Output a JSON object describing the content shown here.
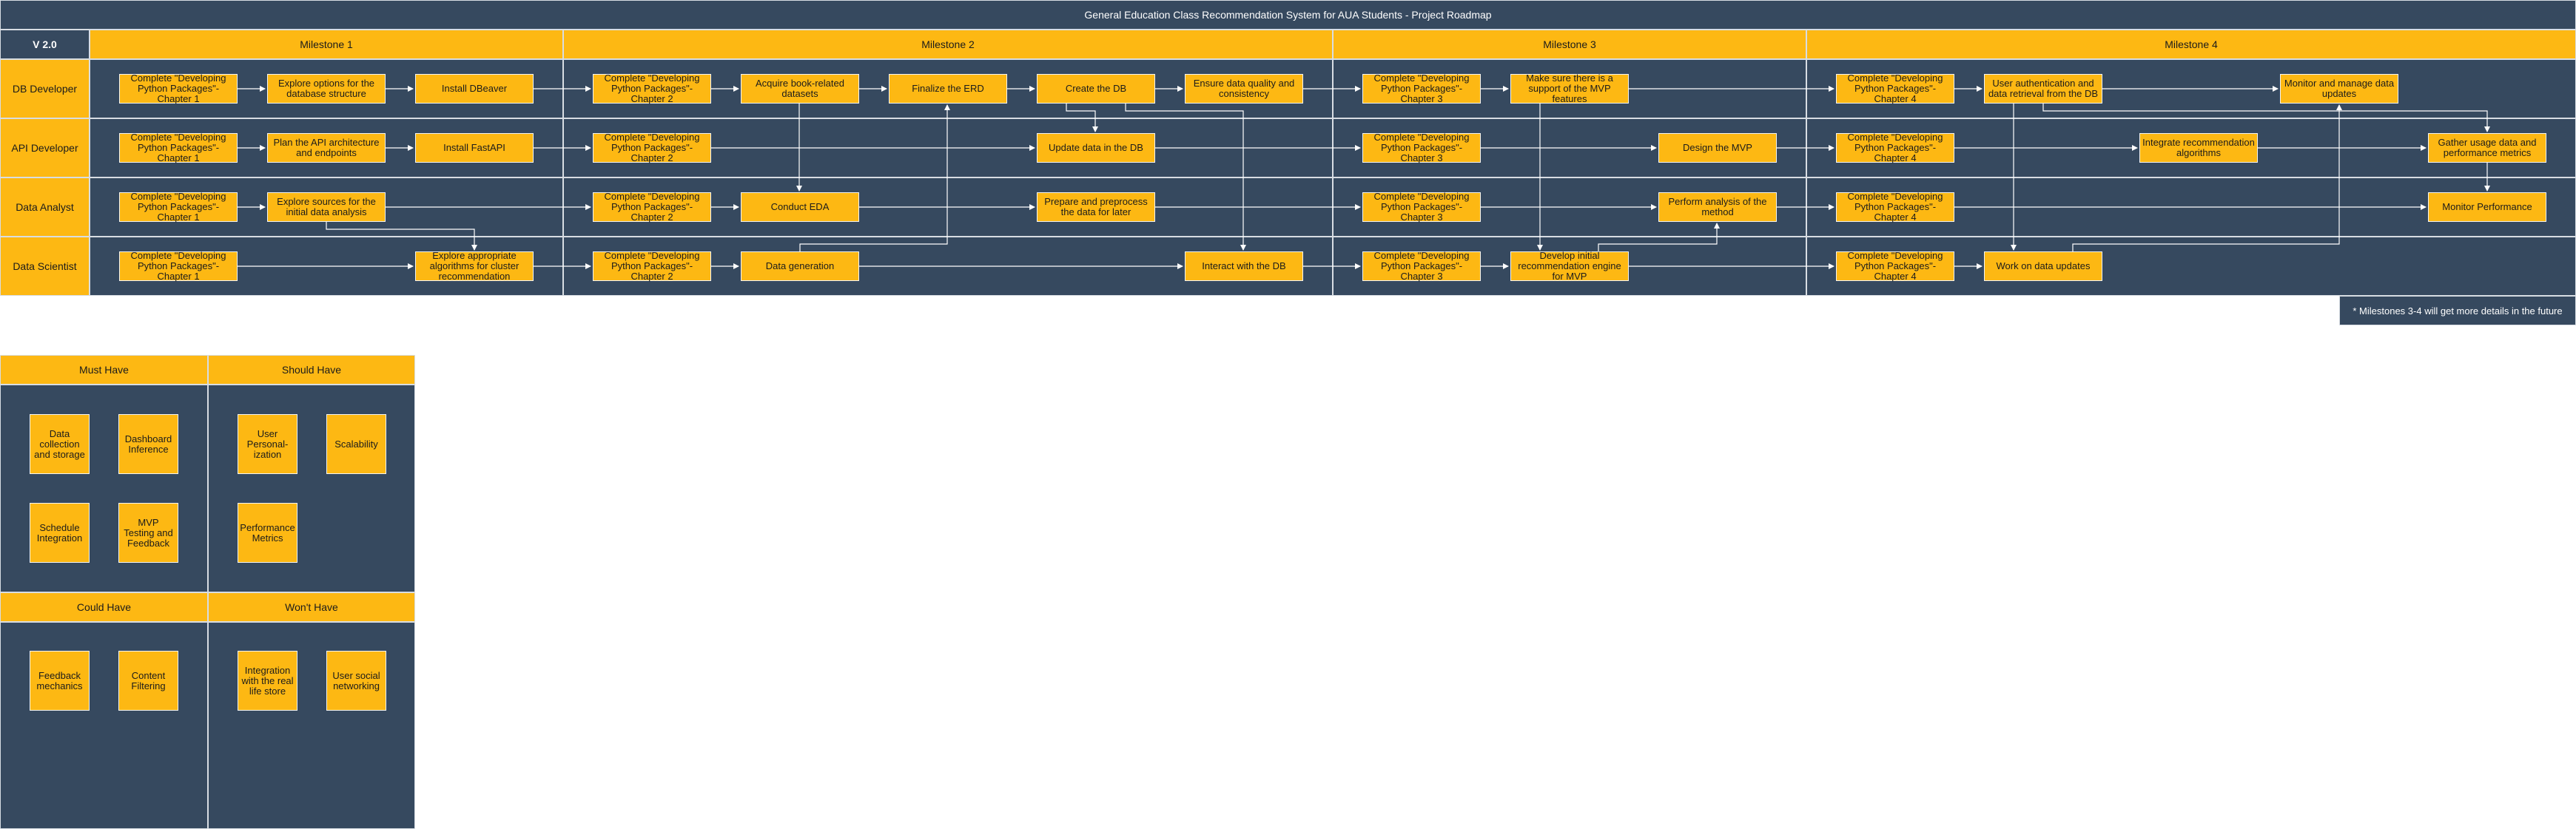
{
  "roadmap": {
    "title": "General Education Class Recommendation System for AUA Students - Project Roadmap",
    "version": "V 2.0",
    "milestones": [
      "Milestone 1",
      "Milestone 2",
      "Milestone 3",
      "Milestone 4"
    ],
    "roles": [
      "DB Developer",
      "API Developer",
      "Data Analyst",
      "Data Scientist"
    ],
    "note": "* Milestones 3-4 will get more details in the future",
    "tasks": {
      "db_ch1": "Complete \"Developing Python Packages\"- Chapter 1",
      "db_explore": "Explore options for the database structure",
      "db_dbeaver": "Install DBeaver",
      "db_ch2": "Complete \"Developing Python Packages\"- Chapter 2",
      "db_acquire": "Acquire book-related datasets",
      "db_erd": "Finalize the ERD",
      "db_create": "Create the DB",
      "db_quality": "Ensure data quality and consistency",
      "db_ch3": "Complete \"Developing Python Packages\"- Chapter 3",
      "db_support": "Make sure there is a support of the MVP features",
      "db_ch4": "Complete \"Developing Python Packages\"- Chapter 4",
      "db_auth": "User authentication and data retrieval from the DB",
      "db_monitor": "Monitor and manage data updates",
      "api_ch1": "Complete \"Developing Python Packages\"- Chapter 1",
      "api_plan": "Plan the API architecture and endpoints",
      "api_fastapi": "Install FastAPI",
      "api_ch2": "Complete \"Developing Python Packages\"- Chapter 2",
      "api_update": "Update data in the DB",
      "api_ch3": "Complete \"Developing Python Packages\"- Chapter 3",
      "api_mvp": "Design the MVP",
      "api_ch4": "Complete \"Developing Python Packages\"- Chapter 4",
      "api_integrate": "Integrate recommendation algorithms",
      "api_gather": "Gather usage data and performance metrics",
      "da_ch1": "Complete \"Developing Python Packages\"- Chapter 1",
      "da_sources": "Explore sources for the initial data analysis",
      "da_ch2": "Complete \"Developing Python Packages\"- Chapter 2",
      "da_eda": "Conduct EDA",
      "da_prepare": "Prepare and preprocess the data for later",
      "da_ch3": "Complete \"Developing Python Packages\"- Chapter 3",
      "da_analysis": "Perform analysis of the method",
      "da_ch4": "Complete \"Developing Python Packages\"- Chapter 4",
      "da_monitor": "Monitor Performance",
      "ds_ch1": "Complete \"Developing Python Packages\"- Chapter 1",
      "ds_algos": "Explore appropriate algorithms for cluster recommendation",
      "ds_ch2": "Complete \"Developing Python Packages\"- Chapter 2",
      "ds_datagen": "Data generation",
      "ds_interact": "Interact with the DB",
      "ds_ch3": "Complete \"Developing Python Packages\"- Chapter 3",
      "ds_engine": "Develop initial recommendation engine for MVP",
      "ds_ch4": "Complete \"Developing Python Packages\"- Chapter 4",
      "ds_updates": "Work on data updates"
    }
  },
  "moscow": {
    "must_have": {
      "title": "Must Have",
      "items": [
        "Data collection and storage",
        "Dashboard Inference",
        "Schedule Integration",
        "MVP Testing and Feedback"
      ]
    },
    "should_have": {
      "title": "Should Have",
      "items": [
        "User Personal-ization",
        "Scalability",
        "Performance Metrics"
      ]
    },
    "could_have": {
      "title": "Could Have",
      "items": [
        "Feedback mechanics",
        "Content Filtering"
      ]
    },
    "wont_have": {
      "title": "Won't Have",
      "items": [
        "Integration with the real life store",
        "User social networking"
      ]
    }
  },
  "colors": {
    "panel": "#36495f",
    "accent": "#fdb813",
    "line": "#ffffff"
  }
}
